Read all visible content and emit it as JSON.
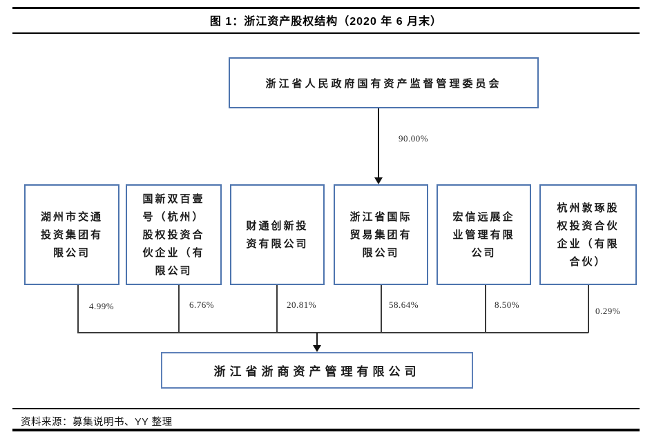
{
  "header": {
    "title": "图 1：浙江资产股权结构（2020 年 6 月末）"
  },
  "diagram": {
    "parent": {
      "name": "浙江省人民政府国有资产监督管理委员会",
      "pct": "90.00%"
    },
    "shareholders": [
      {
        "name": "湖州市交通\n投资集团有\n限公司",
        "pct": "4.99%"
      },
      {
        "name": "国新双百壹\n号（杭州）\n股权投资合\n伙企业（有\n限公司",
        "pct": "6.76%"
      },
      {
        "name": "财通创新投\n资有限公司",
        "pct": "20.81%"
      },
      {
        "name": "浙江省国际\n贸易集团有\n限公司",
        "pct": "58.64%"
      },
      {
        "name": "宏信远展企\n业管理有限\n公司",
        "pct": "8.50%"
      },
      {
        "name": "杭州敦琢股\n权投资合伙\n企业（有限\n合伙）",
        "pct": "0.29%"
      }
    ],
    "subsidiary": {
      "name": "浙江省浙商资产管理有限公司"
    }
  },
  "footer": {
    "source": "资料来源：募集说明书、YY 整理"
  },
  "colors": {
    "box_border": "#4d74ae",
    "bottom_box_border": "#5d80b8",
    "connector_line": "#3a3a3a",
    "arrow": "#111111",
    "rule": "#000000"
  }
}
